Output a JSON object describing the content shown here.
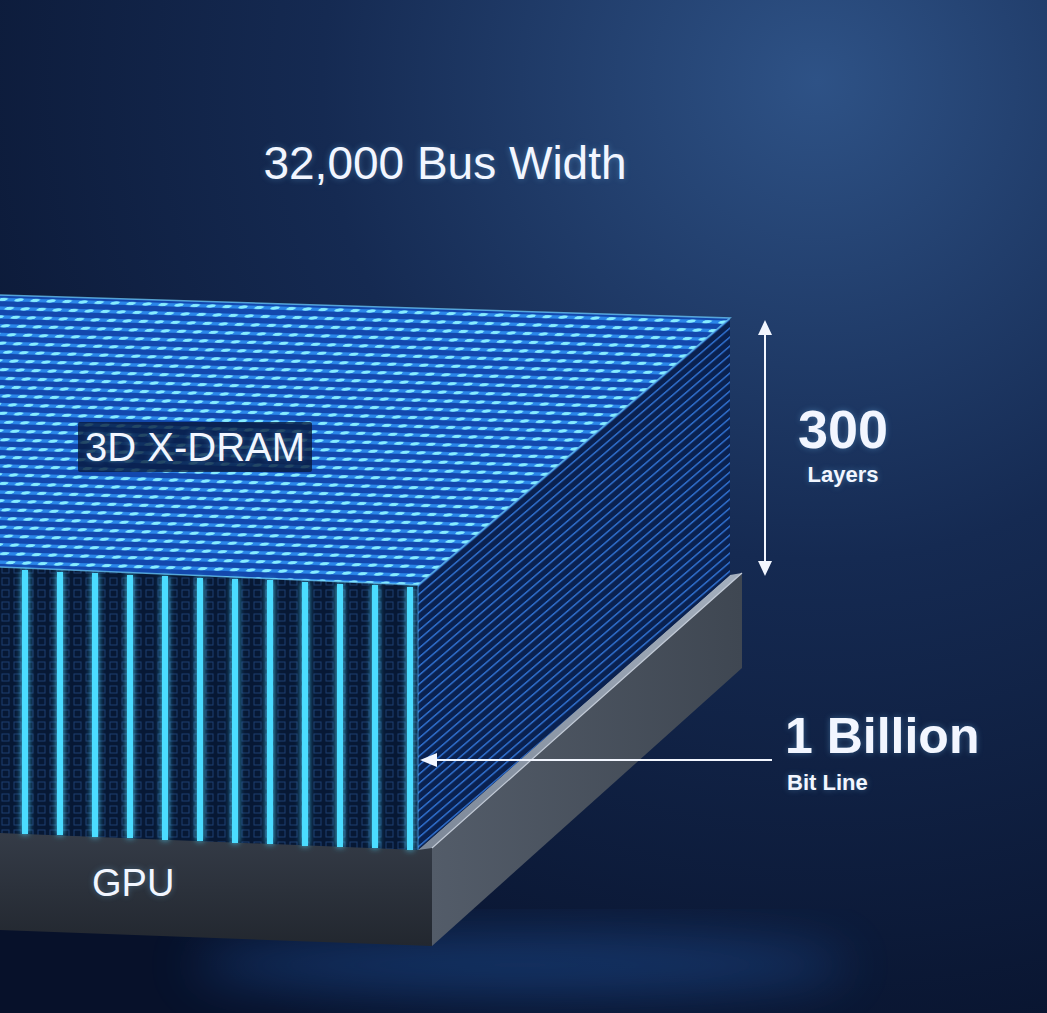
{
  "diagram": {
    "title": "32,000 Bus Width",
    "nodes": [
      {
        "text": [
          "3D X-DRAM"
        ]
      },
      {
        "text": [
          "GPU"
        ]
      }
    ],
    "labels": [
      "300",
      "Layers",
      "1 Billion",
      "Bit Line"
    ]
  }
}
